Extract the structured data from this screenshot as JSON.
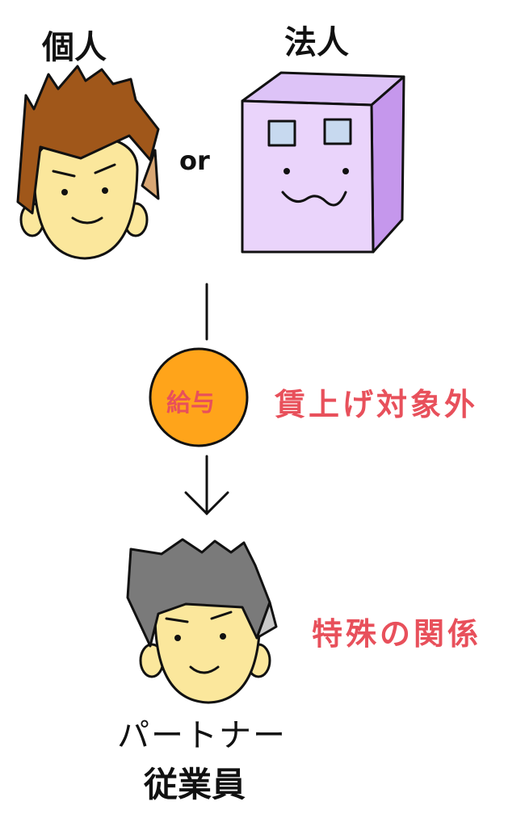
{
  "labels": {
    "individual": "個人",
    "corporation": "法人",
    "or": "or",
    "salary": "給与",
    "not_eligible": "賃上げ対象外",
    "special_relation": "特殊の関係",
    "partner": "パートナー",
    "employee": "従業員"
  },
  "colors": {
    "hair_brown": "#a0571a",
    "hair_gray": "#7a7a7a",
    "skin": "#fbe79c",
    "box_front": "#ead4fb",
    "box_side": "#c597ec",
    "coin": "#ffa41a",
    "accent_red": "#e8505b"
  }
}
